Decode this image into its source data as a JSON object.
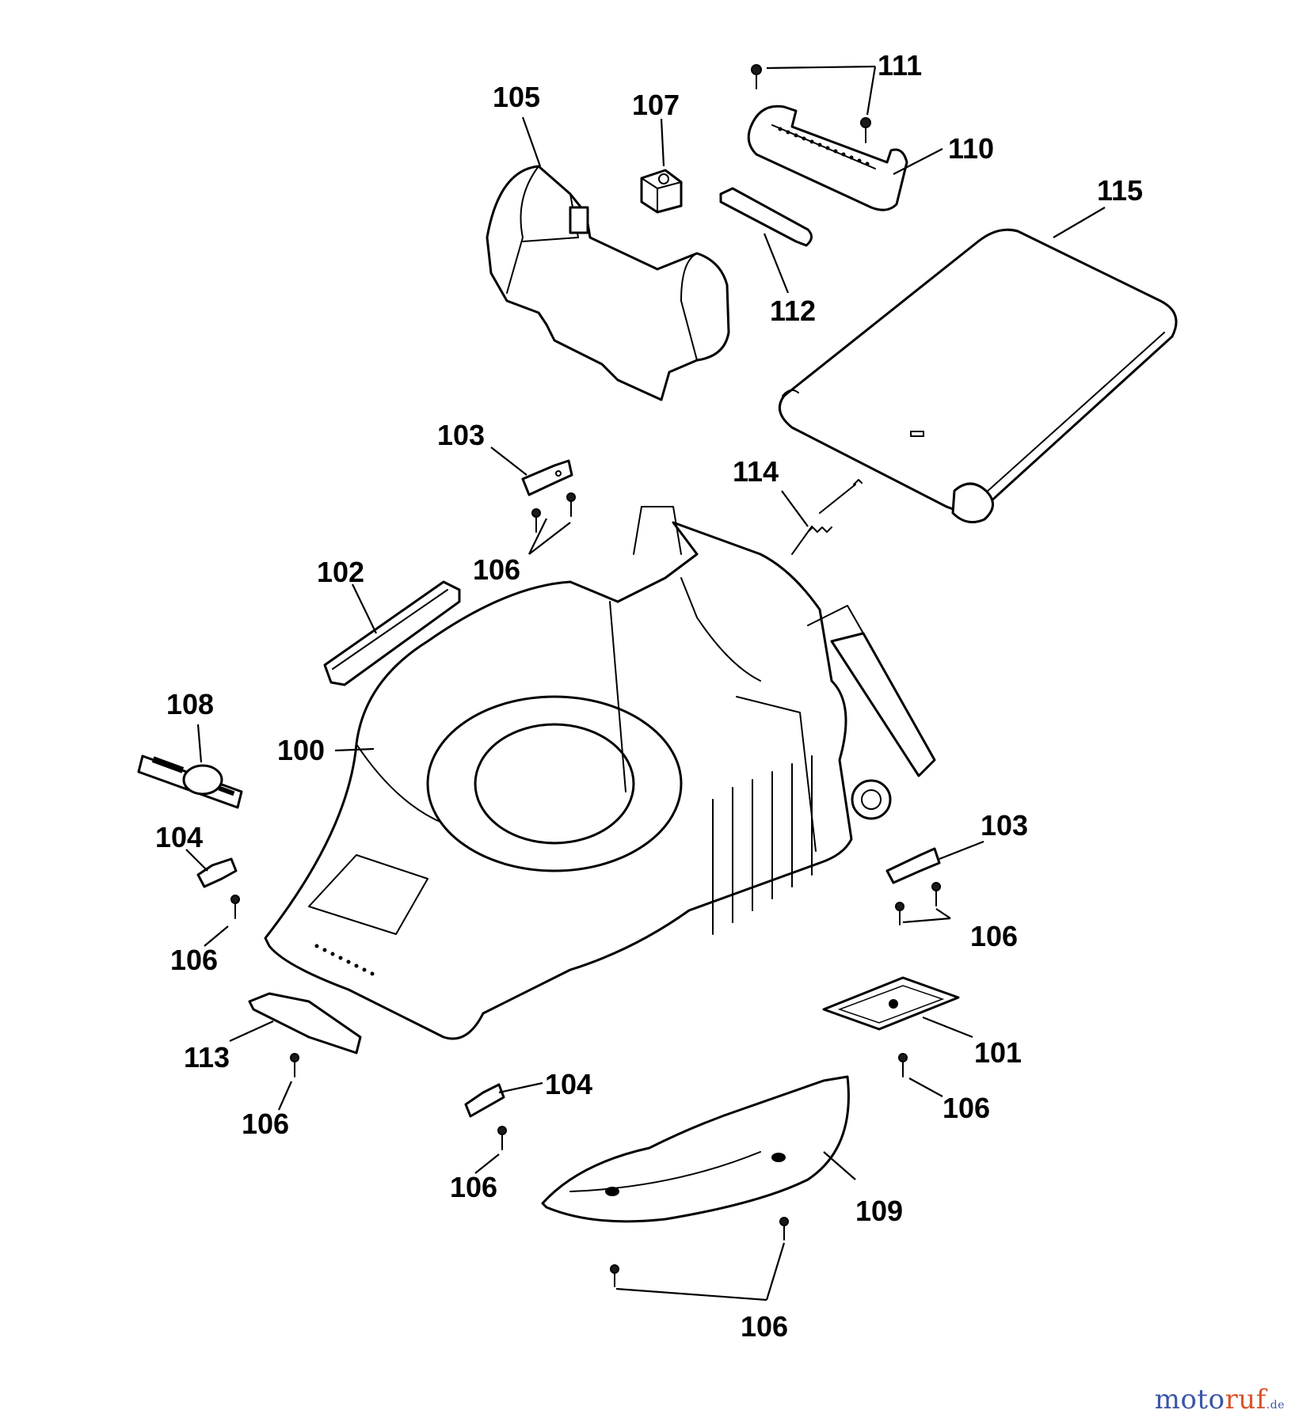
{
  "diagram": {
    "callouts": {
      "p100": "100",
      "p101": "101",
      "p102": "102",
      "p103a": "103",
      "p103b": "103",
      "p104a": "104",
      "p104b": "104",
      "p105": "105",
      "p106a": "106",
      "p106b": "106",
      "p106c": "106",
      "p106d": "106",
      "p106e": "106",
      "p106f": "106",
      "p106g": "106",
      "p107": "107",
      "p108": "108",
      "p109": "109",
      "p110": "110",
      "p111": "111",
      "p112": "112",
      "p113": "113",
      "p114": "114",
      "p115": "115"
    }
  },
  "watermark": {
    "part_a": "moto",
    "part_b": "ruf",
    "suffix": ".de"
  },
  "colors": {
    "line": "#000000",
    "background": "#ffffff",
    "watermark_blue": "#3a54a6",
    "watermark_orange": "#d9532b"
  }
}
